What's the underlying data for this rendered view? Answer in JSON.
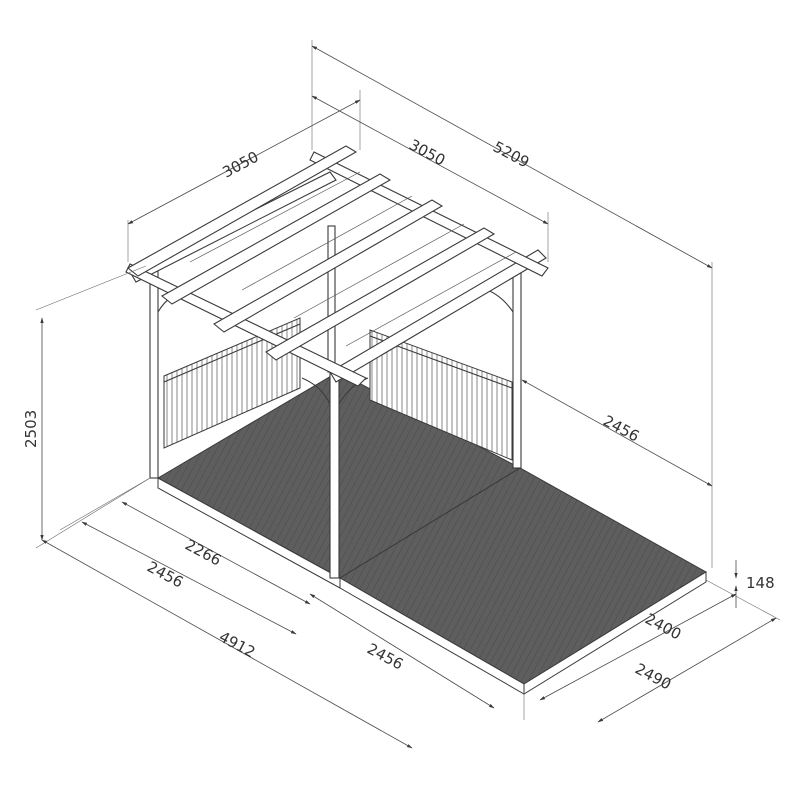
{
  "drawing_colors": {
    "line": "#3a3a3a",
    "deck_fill": "#5e5e5e",
    "deck_plank_line": "#4a4a4a",
    "background": "#ffffff"
  },
  "dimensions": {
    "roof_length": "5209",
    "roof_width_left": "3050",
    "roof_width_right": "3050",
    "height": "2503",
    "pergola_depth": "2456",
    "deck_inner_depth": "2266",
    "deck_left_depth": "2456",
    "total_depth": "4912",
    "extension_depth": "2456",
    "deck_height": "148",
    "deck_width_inner": "2400",
    "deck_width_outer": "2490"
  }
}
